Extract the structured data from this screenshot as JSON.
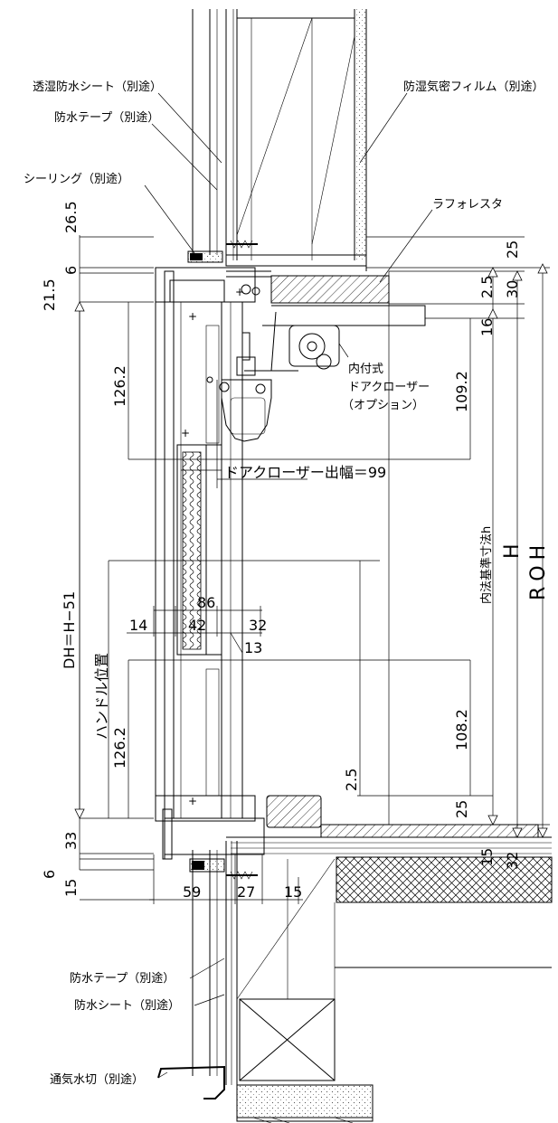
{
  "labels": {
    "breathable_sheet": "透湿防水シート（別途）",
    "waterproof_tape_top": "防水テープ（別途）",
    "sealing": "シーリング（別途）",
    "vapor_film": "防湿気密フィルム（別途）",
    "ra_forest": "ラフォレスタ",
    "closer_1": "内付式",
    "closer_2": "ドアクローザー",
    "closer_3": "（オプション）",
    "closer_width": "ドアクローザー出幅＝99",
    "inner_dim_h": "内法基準寸法h",
    "h": "H",
    "roh": "ROH",
    "dh": "DH＝H−51",
    "handle_pos": "ハンドル位置",
    "waterproof_tape_bottom": "防水テープ（別途）",
    "waterproof_sheet": "防水シート（別途）",
    "vent_flashing": "通気水切（別途）"
  },
  "dims": {
    "d26_5": "26.5",
    "d6a": "6",
    "d21_5": "21.5",
    "d126_2a": "126.2",
    "d25a": "25",
    "d2_5a": "2.5",
    "d30": "30",
    "d16": "16",
    "d109_2": "109.2",
    "d86": "86",
    "d14": "14",
    "d42": "42",
    "d32a": "32",
    "d13": "13",
    "d126_2b": "126.2",
    "d108_2": "108.2",
    "d2_5b": "2.5",
    "d25b": "25",
    "d33": "33",
    "d6b": "6",
    "d15a": "15",
    "d59": "59",
    "d27": "27",
    "d15b": "15",
    "d15c": "15",
    "d32b": "32"
  }
}
